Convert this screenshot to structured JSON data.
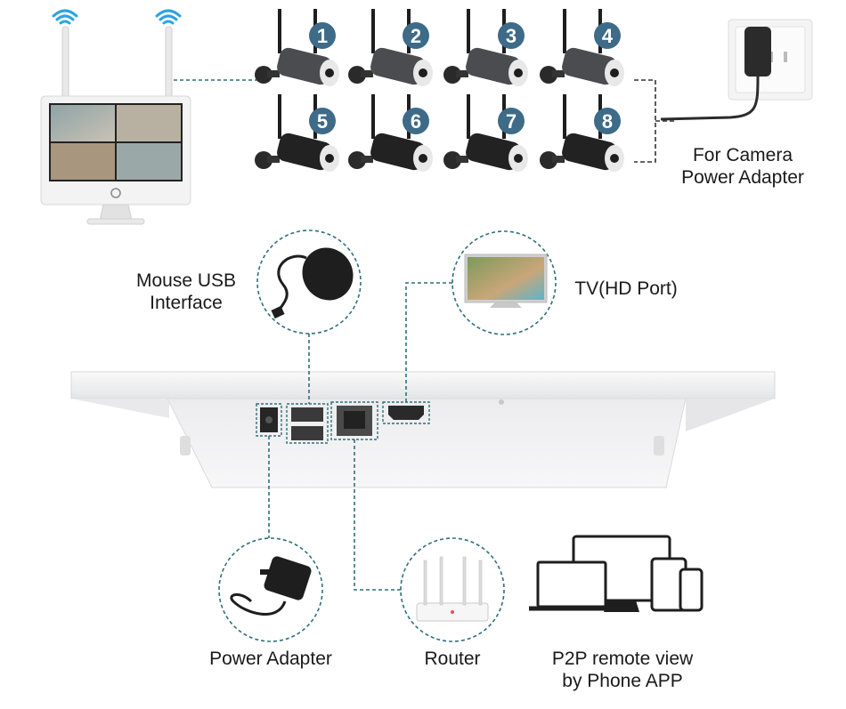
{
  "cameras": {
    "numbers": [
      "1",
      "2",
      "3",
      "4",
      "5",
      "6",
      "7",
      "8"
    ],
    "badge_color": "#3d6b88"
  },
  "labels": {
    "camera_power": [
      "For Camera",
      "Power Adapter"
    ],
    "mouse": [
      "Mouse USB",
      "Interface"
    ],
    "tv": "TV(HD Port)",
    "power_adapter": "Power Adapter",
    "router": "Router",
    "p2p": [
      "P2P remote view",
      "by Phone APP"
    ]
  },
  "colors": {
    "connector": "#2f6f7c",
    "nvr_body": "#f1f2f3",
    "camera_dark": "#222222",
    "camera_gray": "#4a4c50"
  }
}
